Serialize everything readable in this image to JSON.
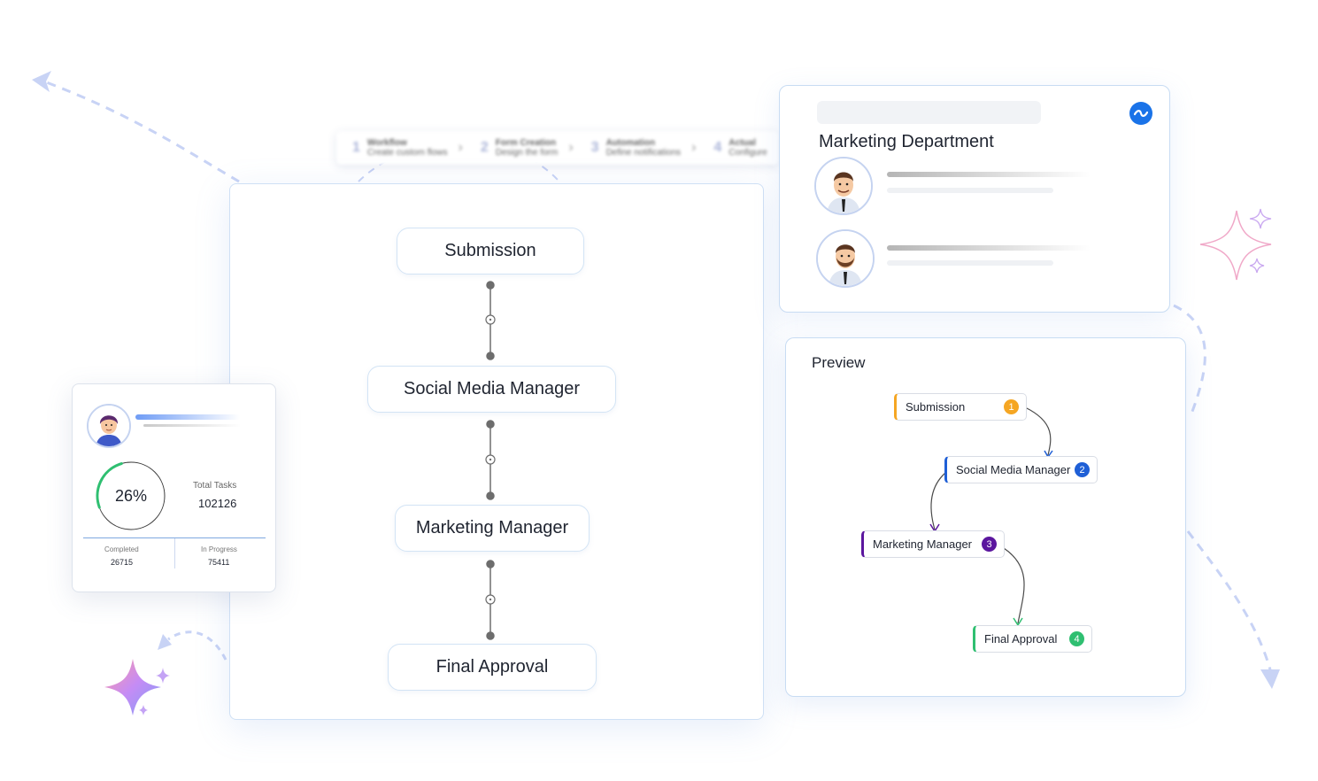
{
  "workflow": {
    "nodes": [
      {
        "label": "Submission"
      },
      {
        "label": "Social Media Manager"
      },
      {
        "label": "Marketing Manager"
      },
      {
        "label": "Final Approval"
      }
    ]
  },
  "stepper": {
    "steps": [
      {
        "num": "1",
        "title": "Workflow",
        "sub": "Create custom flows"
      },
      {
        "num": "2",
        "title": "Form Creation",
        "sub": "Design the form"
      },
      {
        "num": "3",
        "title": "Automation",
        "sub": "Define notifications"
      },
      {
        "num": "4",
        "title": "Actual",
        "sub": "Configure"
      }
    ]
  },
  "department": {
    "title": "Marketing Department",
    "logo_icon": "wave-logo-icon"
  },
  "preview": {
    "title": "Preview",
    "nodes": [
      {
        "label": "Submission",
        "num": "1",
        "color": "#f5a623"
      },
      {
        "label": "Social Media Manager",
        "num": "2",
        "color": "#1f5fd6"
      },
      {
        "label": "Marketing Manager",
        "num": "3",
        "color": "#5b169e"
      },
      {
        "label": "Final Approval",
        "num": "4",
        "color": "#2fbf71"
      }
    ]
  },
  "stats": {
    "progress_text": "26%",
    "progress_value": 0.26,
    "progress_color": "#2fbf71",
    "total_label": "Total Tasks",
    "total_value": "102126",
    "completed_label": "Completed",
    "completed_value": "26715",
    "in_progress_label": "In Progress",
    "in_progress_value": "75411"
  }
}
